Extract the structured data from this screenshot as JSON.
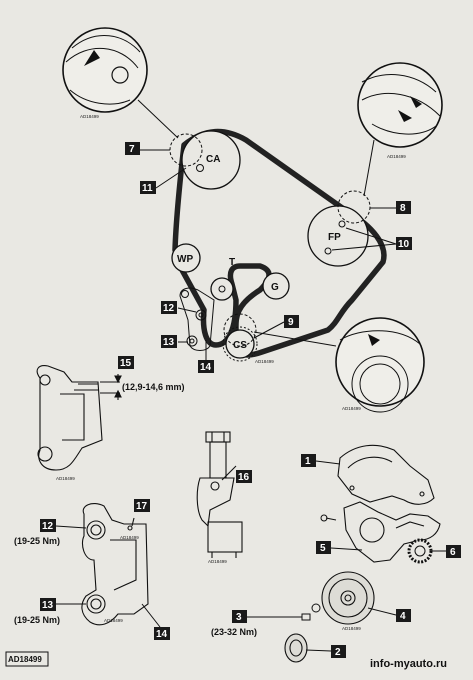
{
  "pulleys": {
    "ca": "CA",
    "fp": "FP",
    "wp": "WP",
    "g": "G",
    "cs": "CS",
    "t": "T"
  },
  "callouts": {
    "c1": "1",
    "c2": "2",
    "c3": "3",
    "c4": "4",
    "c5": "5",
    "c6": "6",
    "c7": "7",
    "c8": "8",
    "c9": "9",
    "c10": "10",
    "c11": "11",
    "c12": "12",
    "c13": "13",
    "c14": "14",
    "c15": "15",
    "c16": "16",
    "c17": "17"
  },
  "second_set": {
    "c12": "12",
    "c13": "13",
    "c14": "14"
  },
  "specs": {
    "gap": "(12,9-14,6 mm)",
    "torque_12": "(19-25 Nm)",
    "torque_13": "(19-25 Nm)",
    "torque_3": "(23-32 Nm)"
  },
  "codes": {
    "magnifier_tl": "AD18499",
    "magnifier_tr": "AD18499",
    "belt_cs": "AD18499",
    "magnifier_br": "AD18499",
    "gauge": "AD18499",
    "tensioner_tool": "AD18499",
    "tensioner_bracket": "AD18499",
    "crank_pulley": "AD18499",
    "frame_ref": "AD18499"
  },
  "watermark": "info-myauto.ru",
  "colors": {
    "ink": "#111111",
    "paper": "#e9e8e3",
    "callout_bg": "#1a1a1a"
  }
}
